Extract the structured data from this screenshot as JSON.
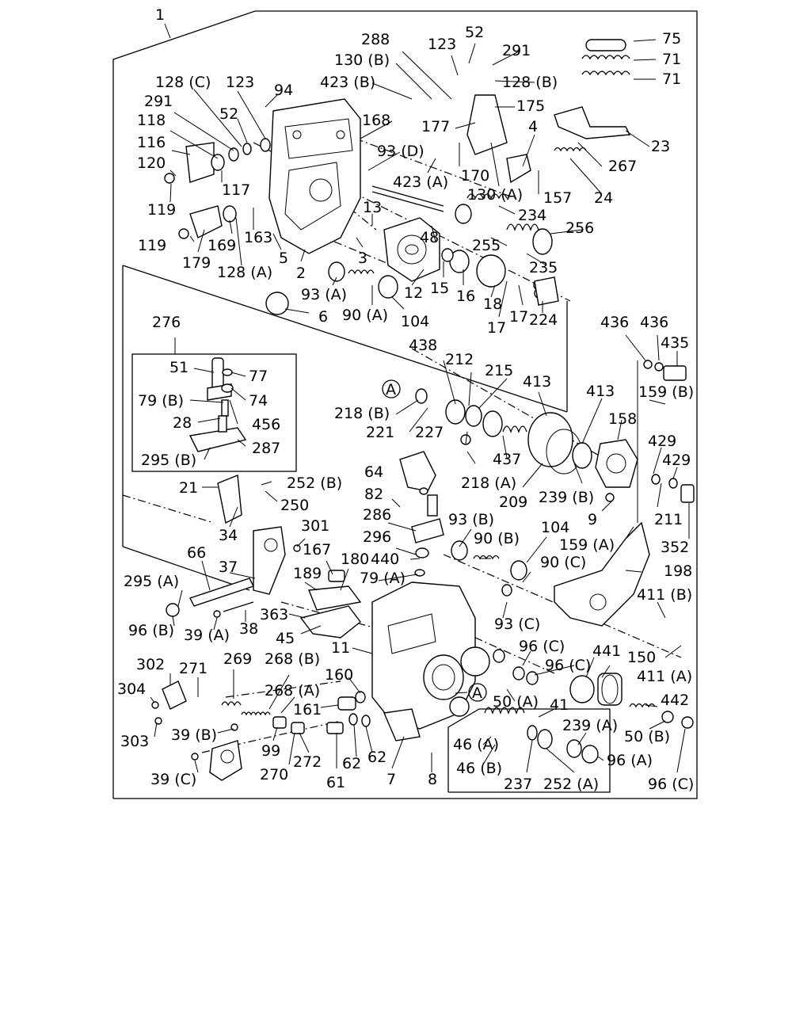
{
  "labels": {
    "l1": "1",
    "l288": "288",
    "l123a": "123",
    "l52a": "52",
    "l291a": "291",
    "l75": "75",
    "l71a": "71",
    "l71b": "71",
    "l130b": "130 (B)",
    "l423b": "423 (B)",
    "l128b": "128 (B)",
    "l175": "175",
    "l128c": "128 (C)",
    "l123b": "123",
    "l94": "94",
    "l291b": "291",
    "l52b": "52",
    "l118": "118",
    "l116": "116",
    "l120": "120",
    "l117": "117",
    "l119a": "119",
    "l168": "168",
    "l177": "177",
    "l4": "4",
    "l23": "23",
    "l93d": "93 (D)",
    "l423a": "423 (A)",
    "l170": "170",
    "l267": "267",
    "l130a": "130 (A)",
    "l157": "157",
    "l24": "24",
    "l13": "13",
    "l234": "234",
    "l256": "256",
    "l119b": "119",
    "l169": "169",
    "l163": "163",
    "l179": "179",
    "l128a": "128 (A)",
    "l5": "5",
    "l2": "2",
    "l3": "3",
    "l48": "48",
    "l255": "255",
    "l235": "235",
    "l12": "12",
    "l15": "15",
    "l16": "16",
    "l18": "18",
    "l93a": "93 (A)",
    "l90a": "90 (A)",
    "l104a": "104",
    "l6": "6",
    "l17a": "17",
    "l17b": "17",
    "l224": "224",
    "l276": "276",
    "l436a": "436",
    "l436b": "436",
    "l435": "435",
    "l438": "438",
    "l212": "212",
    "l215": "215",
    "l413a": "413",
    "l413b": "413",
    "l159b": "159 (B)",
    "l51": "51",
    "l77": "77",
    "l74": "74",
    "l79b": "79 (B)",
    "l456": "456",
    "l28": "28",
    "l287": "287",
    "l295b": "295 (B)",
    "l218b": "218 (B)",
    "l221": "221",
    "l227": "227",
    "l437": "437",
    "l158": "158",
    "l429a": "429",
    "l429b": "429",
    "lA1": "A",
    "l64": "64",
    "l218a": "218 (A)",
    "l209": "209",
    "l239b": "239 (B)",
    "l21": "21",
    "l252b": "252 (B)",
    "l250": "250",
    "l82": "82",
    "l9": "9",
    "l211": "211",
    "l34": "34",
    "l286": "286",
    "l93b": "93 (B)",
    "l104b": "104",
    "l159a": "159 (A)",
    "l352": "352",
    "l301": "301",
    "l296": "296",
    "l90b": "90 (B)",
    "l66": "66",
    "l167": "167",
    "l180": "180",
    "l440": "440",
    "l90c": "90 (C)",
    "l198": "198",
    "l37": "37",
    "l189": "189",
    "l79a": "79 (A)",
    "l295a": "295 (A)",
    "l411b": "411 (B)",
    "l363": "363",
    "l93c": "93 (C)",
    "l96b": "96 (B)",
    "l39a": "39 (A)",
    "l38": "38",
    "l45": "45",
    "l11": "11",
    "l96c1": "96 (C)",
    "l441": "441",
    "l150": "150",
    "l302": "302",
    "l271": "271",
    "l269": "269",
    "l268b": "268 (B)",
    "l96c2": "96 (C)",
    "l411a": "411 (A)",
    "l304": "304",
    "l268a": "268 (A)",
    "l160": "160",
    "lA2": "A",
    "l50a": "50 (A)",
    "l442": "442",
    "l161": "161",
    "l41": "41",
    "l303": "303",
    "l39b": "39 (B)",
    "l239a": "239 (A)",
    "l50b": "50 (B)",
    "l46a": "46 (A)",
    "l99": "99",
    "l272": "272",
    "l62a": "62",
    "l62b": "62",
    "l46b": "46 (B)",
    "l96a": "96 (A)",
    "l39c": "39 (C)",
    "l270": "270",
    "l61": "61",
    "l7": "7",
    "l8": "8",
    "l237": "237",
    "l252a": "252 (A)",
    "l96c3": "96 (C)"
  }
}
